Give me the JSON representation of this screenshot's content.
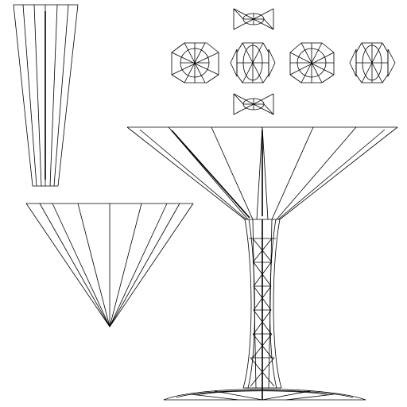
{
  "sheet": {
    "background": "#ffffff",
    "line_color": "#000000",
    "parts": [
      {
        "id": "stem-view"
      },
      {
        "id": "cone-view"
      },
      {
        "id": "top-view-ornament"
      },
      {
        "id": "bottom-view-ornament"
      },
      {
        "id": "side-ornament-1"
      },
      {
        "id": "side-ornament-2"
      },
      {
        "id": "side-ornament-3"
      },
      {
        "id": "side-ornament-4"
      },
      {
        "id": "goblet-front-view"
      }
    ]
  }
}
